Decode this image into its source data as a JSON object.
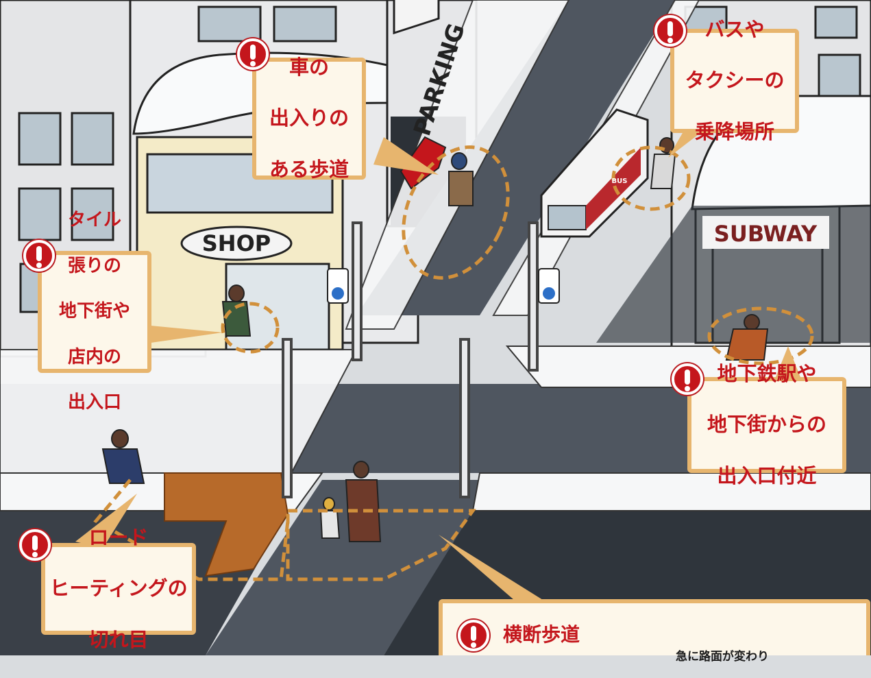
{
  "scene": {
    "signs": {
      "parking": "PARKING",
      "shop": "SHOP",
      "subway": "SUBWAY",
      "bus_stop": "BUS"
    },
    "colors": {
      "snow": "#f6f7f8",
      "road": "#4f5660",
      "road_dark": "#2f353c",
      "building": "#e6e7e9",
      "alert_red": "#c4161c",
      "callout_border": "#e7b56e",
      "callout_fill": "#fdf7ea",
      "hazard_ring": "#d1903b",
      "heated_tiles": "#b76a2a"
    }
  },
  "callouts": {
    "car_entrance": [
      "車の",
      "出入りの",
      "ある歩道"
    ],
    "bus_taxi": [
      "バスや",
      "タクシーの",
      "乗降場所"
    ],
    "tile_entrance": [
      "タイル",
      "張りの",
      "地下街や",
      "店内の",
      "出入口"
    ],
    "subway_entrance": [
      "地下鉄駅や",
      "地下街からの",
      "出入口付近"
    ],
    "road_heating": [
      "ロード",
      "ヒーティングの",
      "切れ目"
    ],
    "crosswalk": "横断歩道",
    "crosswalk_sub": "急に路面が変わり"
  }
}
